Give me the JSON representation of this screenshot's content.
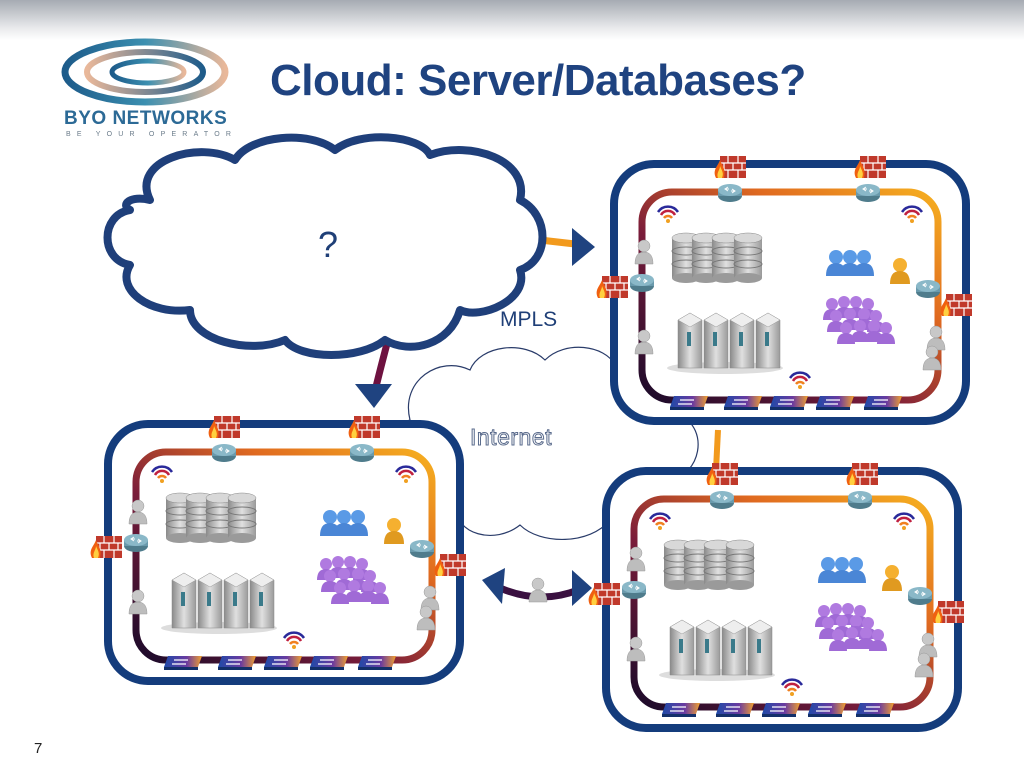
{
  "slide": {
    "title": "Cloud: Server/Databases?",
    "page_number": "7"
  },
  "logo": {
    "name": "BYO NETWORKS",
    "tagline": "BE YOUR OPERATOR"
  },
  "clouds": {
    "main": {
      "label": "?"
    },
    "internet": {
      "label": "Internet"
    }
  },
  "links": {
    "mpls_label": "MPLS"
  },
  "sites": [
    {
      "id": "site-top-right",
      "components": [
        "firewall",
        "router",
        "wireless-ap",
        "database-cluster",
        "server-rack",
        "user-group",
        "single-user",
        "large-user-group",
        "network-switch",
        "workstation"
      ]
    },
    {
      "id": "site-bottom-left",
      "components": [
        "firewall",
        "router",
        "wireless-ap",
        "database-cluster",
        "server-rack",
        "user-group",
        "single-user",
        "large-user-group",
        "network-switch",
        "workstation"
      ]
    },
    {
      "id": "site-bottom-right",
      "components": [
        "firewall",
        "router",
        "wireless-ap",
        "database-cluster",
        "server-rack",
        "user-group",
        "single-user",
        "large-user-group",
        "network-switch",
        "workstation"
      ]
    }
  ],
  "colors": {
    "title": "#1f4380",
    "frame": "#143c7c",
    "ring_orange": "#f29a1d",
    "ring_dark": "#3a0f3e",
    "firewall": "#c0392b",
    "users_blue": "#4a8fdc",
    "users_purple": "#a46bd6",
    "user_orange": "#f0a020"
  }
}
